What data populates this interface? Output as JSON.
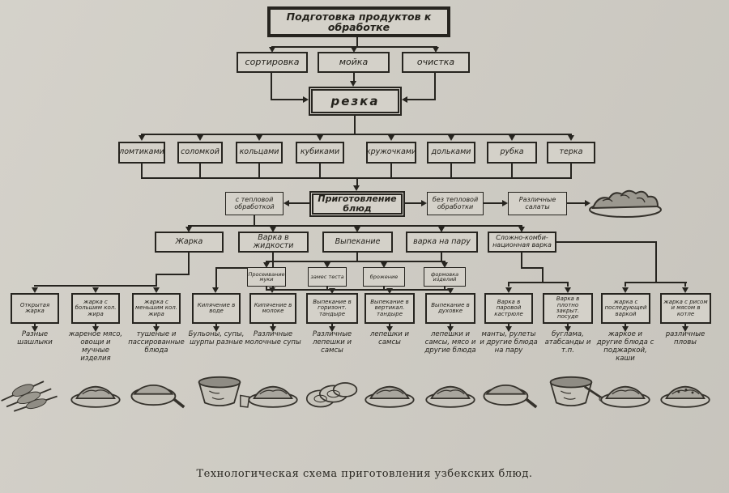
{
  "caption": "Технологическая схема приготовления узбекских блюд.",
  "colors": {
    "paper": "#d2cfc7",
    "ink": "#26241f"
  },
  "flow": {
    "root": "Подготовка продуктов к обработке",
    "prep": [
      "сортировка",
      "мойка",
      "очистка"
    ],
    "cutting": "резка",
    "cut_types": [
      "ломтиками",
      "соломкой",
      "кольцами",
      "кубиками",
      "кружочками",
      "дольками",
      "рубка",
      "терка"
    ],
    "hub": "Приготовление блюд",
    "with_heat": "с тепловой обработкой",
    "without_heat": "без тепловой обработки",
    "salads": "Различные салаты",
    "methods": [
      "Жарка",
      "Варка в жидкости",
      "Выпекание",
      "варка на пару",
      "Сложно-комби-национная варка"
    ],
    "dough_steps": [
      "Просеивание муки",
      "замес теста",
      "брожение",
      "формовка изделий"
    ],
    "techniques": [
      "Открытая жарка",
      "жарка с большим кол. жира",
      "жарка с меньшим кол. жира",
      "Кипячение в воде",
      "Кипячение в молоке",
      "Выпекание в горизонт. тандыре",
      "Выпекание в вертикал. тандыре",
      "Выпекание в духовке",
      "Варка в паровой кастрюле",
      "Варка в плотно закрыт. посуде",
      "жарка с последующей варкой",
      "жарка с рисом и мясом в котле"
    ],
    "dishes": [
      "Разные шашлыки",
      "жареное мясо, овощи и мучные изделия",
      "тушеные и пассированные блюда",
      "Бульоны, супы, шурпы разные",
      "Различные молочные супы",
      "Различные лепешки и самсы",
      "лепешки и самсы",
      "лепешки и самсы, мясо и другие блюда",
      "манты, рулеты и другие блюда на пару",
      "буглама, атабсанды и т.п.",
      "жаркое и другие блюда с поджаркой, каши",
      "различные пловы"
    ]
  },
  "illustrations": {
    "salad_platter": "salad-platter",
    "row": [
      "shashlik-skewers",
      "plate-of-fried-food",
      "pan-with-handle",
      "soup-bowl-with-cup",
      "soup-plate",
      "flatbread-stack",
      "plate-of-samsa",
      "roast-platter",
      "pan-of-steamed-dishes",
      "bowl-with-spoon",
      "plate-of-stew",
      "plate-of-plov"
    ]
  }
}
